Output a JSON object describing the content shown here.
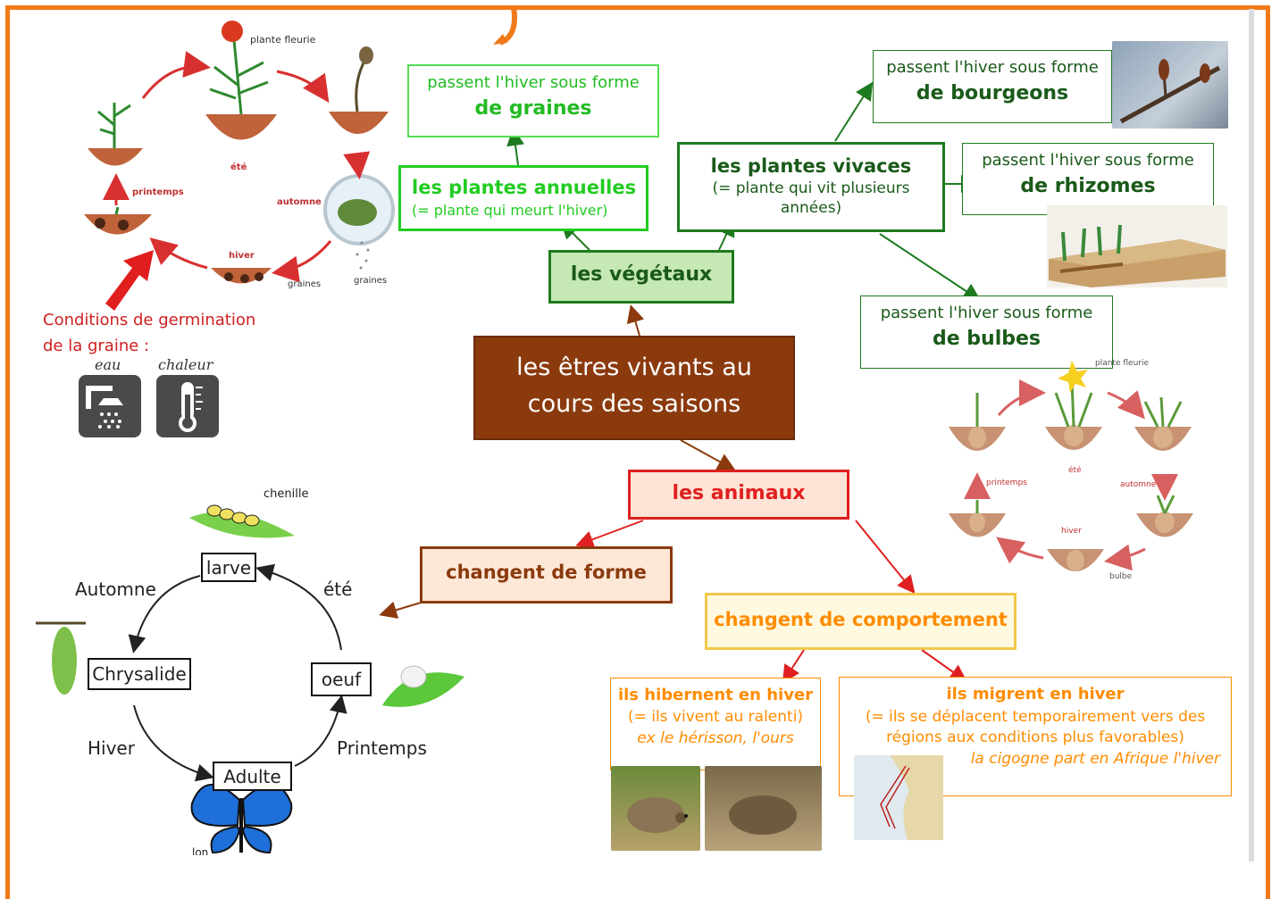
{
  "center": {
    "line1": "les êtres vivants au",
    "line2": "cours des saisons"
  },
  "vegetaux": {
    "title": "les végétaux"
  },
  "annuelles": {
    "title": "les plantes annuelles",
    "desc": "(= plante qui meurt l'hiver)"
  },
  "graines_box": {
    "line1": "passent l'hiver sous forme",
    "line2": "de graines"
  },
  "vivaces": {
    "title": "les plantes vivaces",
    "desc1": "(= plante qui vit plusieurs",
    "desc2": "années)"
  },
  "bourgeons_box": {
    "line1": "passent l'hiver sous forme",
    "line2": "de bourgeons"
  },
  "rhizomes_box": {
    "line1": "passent l'hiver sous forme",
    "line2": "de rhizomes"
  },
  "bulbes_box": {
    "line1": "passent l'hiver sous forme",
    "line2": "de bulbes"
  },
  "animaux": {
    "title": "les animaux"
  },
  "forme": {
    "title": "changent de forme"
  },
  "comportement": {
    "title": "changent de comportement"
  },
  "hibernent": {
    "title": "ils hibernent en hiver",
    "desc": "(= ils vivent au ralenti)",
    "example": "ex le hérisson, l'ours"
  },
  "migrent": {
    "title": "ils migrent en hiver",
    "desc1": "(= ils se déplacent temporairement vers des",
    "desc2": "régions aux conditions plus favorables)",
    "example": "la cigogne part en Afrique l'hiver"
  },
  "plant_cycle": {
    "flower": "plante fleurie",
    "summer": "été",
    "spring": "printemps",
    "autumn": "automne",
    "winter": "hiver",
    "seeds1": "graines",
    "seeds2": "graines"
  },
  "germination": {
    "line1": "Conditions de germination",
    "line2": "de la graine :",
    "water": "eau",
    "heat": "chaleur"
  },
  "bulb_cycle": {
    "flower": "plante fleurie",
    "summer": "été",
    "spring": "printemps",
    "autumn": "automne",
    "winter": "hiver",
    "bulb": "bulbe"
  },
  "insect_cycle": {
    "caterpillar": "chenille",
    "larva": "larve",
    "chrysalis": "Chrysalide",
    "egg": "oeuf",
    "adult": "Adulte",
    "autumn": "Automne",
    "summer": "été",
    "winter": "Hiver",
    "spring": "Printemps",
    "partial": "lon"
  },
  "colors": {
    "frame": "#f07a1a",
    "green_dark": "#1e7a1e",
    "green_light": "#22cc22",
    "brown": "#8b3a0e",
    "red": "#e02020",
    "orange": "#ff8c00"
  }
}
